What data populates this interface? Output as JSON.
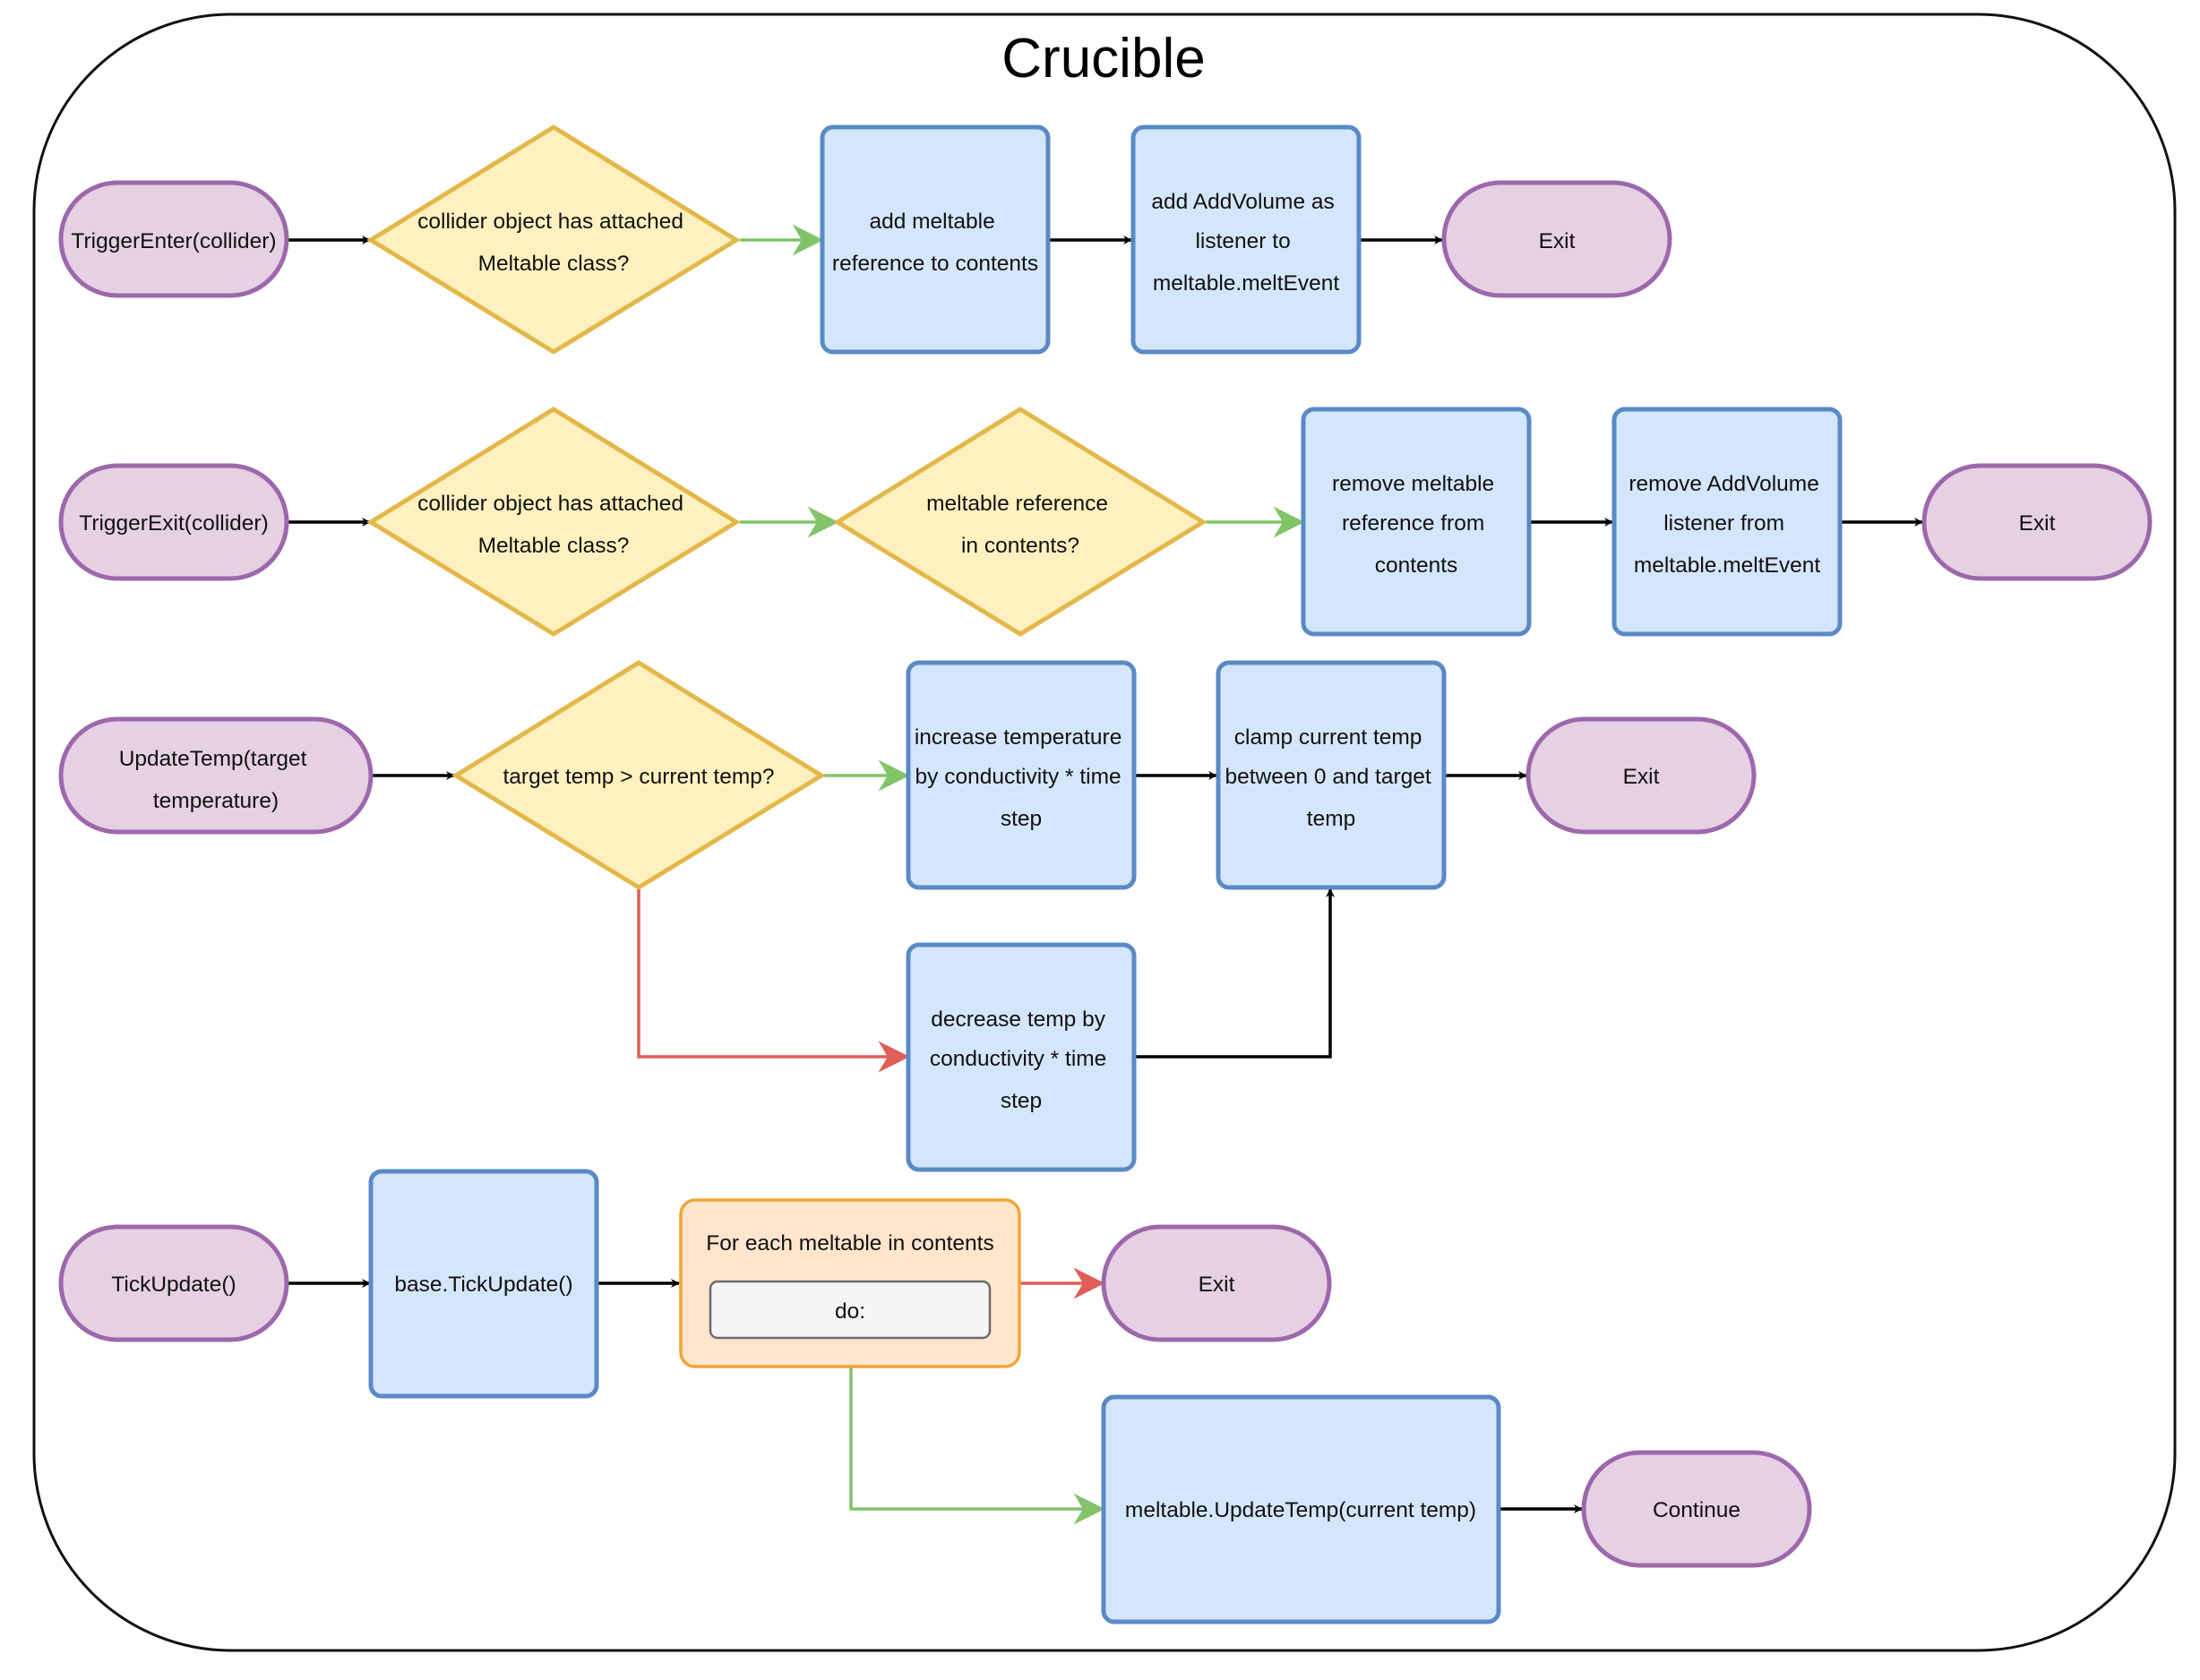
{
  "title": "Crucible",
  "colors": {
    "terminal_fill": "#e6d0e3",
    "terminal_stroke": "#9d68ab",
    "process_fill": "#d4e6fb",
    "process_stroke": "#5a8ac6",
    "decision_fill": "#fff1bf",
    "decision_stroke": "#e3b84a",
    "loop_fill": "#ffe5cc",
    "loop_stroke": "#efa535",
    "edge_default": "#000000",
    "edge_true": "#82c46a",
    "edge_false": "#e05e57"
  },
  "nodes": {
    "te_start": [
      "TriggerEnter(collider)"
    ],
    "te_check": [
      "collider object has attached",
      "Meltable class?"
    ],
    "te_add_ref": [
      "add meltable",
      "reference to contents"
    ],
    "te_add_listener": [
      "add AddVolume as",
      "listener to",
      "meltable.meltEvent"
    ],
    "te_exit": [
      "Exit"
    ],
    "tx_start": [
      "TriggerExit(collider)"
    ],
    "tx_check": [
      "collider object has attached",
      "Meltable class?"
    ],
    "tx_in_contents": [
      "meltable reference",
      "in contents?"
    ],
    "tx_remove_ref": [
      "remove meltable",
      "reference from",
      "contents"
    ],
    "tx_remove_listener": [
      "remove AddVolume",
      "listener from",
      "meltable.meltEvent"
    ],
    "tx_exit": [
      "Exit"
    ],
    "ut_start": [
      "UpdateTemp(target",
      "temperature)"
    ],
    "ut_check": [
      "target temp > current temp?"
    ],
    "ut_increase": [
      "increase temperature",
      "by conductivity * time",
      "step"
    ],
    "ut_clamp": [
      "clamp current temp",
      "between 0 and target",
      "temp"
    ],
    "ut_exit": [
      "Exit"
    ],
    "ut_decrease": [
      "decrease temp by",
      "conductivity * time",
      "step"
    ],
    "tu_start": [
      "TickUpdate()"
    ],
    "tu_base": [
      "base.TickUpdate()"
    ],
    "tu_loop_title": [
      "For each meltable in contents"
    ],
    "tu_loop_do": [
      "do:"
    ],
    "tu_exit": [
      "Exit"
    ],
    "tu_update": [
      "meltable.UpdateTemp(current temp)"
    ],
    "tu_continue": [
      "Continue"
    ]
  },
  "edges": [
    {
      "from": "te_start",
      "to": "te_check",
      "kind": "default"
    },
    {
      "from": "te_check",
      "to": "te_add_ref",
      "kind": "true"
    },
    {
      "from": "te_add_ref",
      "to": "te_add_listener",
      "kind": "default"
    },
    {
      "from": "te_add_listener",
      "to": "te_exit",
      "kind": "default"
    },
    {
      "from": "tx_start",
      "to": "tx_check",
      "kind": "default"
    },
    {
      "from": "tx_check",
      "to": "tx_in_contents",
      "kind": "true"
    },
    {
      "from": "tx_in_contents",
      "to": "tx_remove_ref",
      "kind": "true"
    },
    {
      "from": "tx_remove_ref",
      "to": "tx_remove_listener",
      "kind": "default"
    },
    {
      "from": "tx_remove_listener",
      "to": "tx_exit",
      "kind": "default"
    },
    {
      "from": "ut_start",
      "to": "ut_check",
      "kind": "default"
    },
    {
      "from": "ut_check",
      "to": "ut_increase",
      "kind": "true"
    },
    {
      "from": "ut_check",
      "to": "ut_decrease",
      "kind": "false"
    },
    {
      "from": "ut_increase",
      "to": "ut_clamp",
      "kind": "default"
    },
    {
      "from": "ut_decrease",
      "to": "ut_clamp",
      "kind": "default"
    },
    {
      "from": "ut_clamp",
      "to": "ut_exit",
      "kind": "default"
    },
    {
      "from": "tu_start",
      "to": "tu_base",
      "kind": "default"
    },
    {
      "from": "tu_base",
      "to": "tu_loop",
      "kind": "default"
    },
    {
      "from": "tu_loop",
      "to": "tu_exit",
      "kind": "false"
    },
    {
      "from": "tu_loop",
      "to": "tu_update",
      "kind": "true"
    },
    {
      "from": "tu_update",
      "to": "tu_continue",
      "kind": "default"
    }
  ]
}
